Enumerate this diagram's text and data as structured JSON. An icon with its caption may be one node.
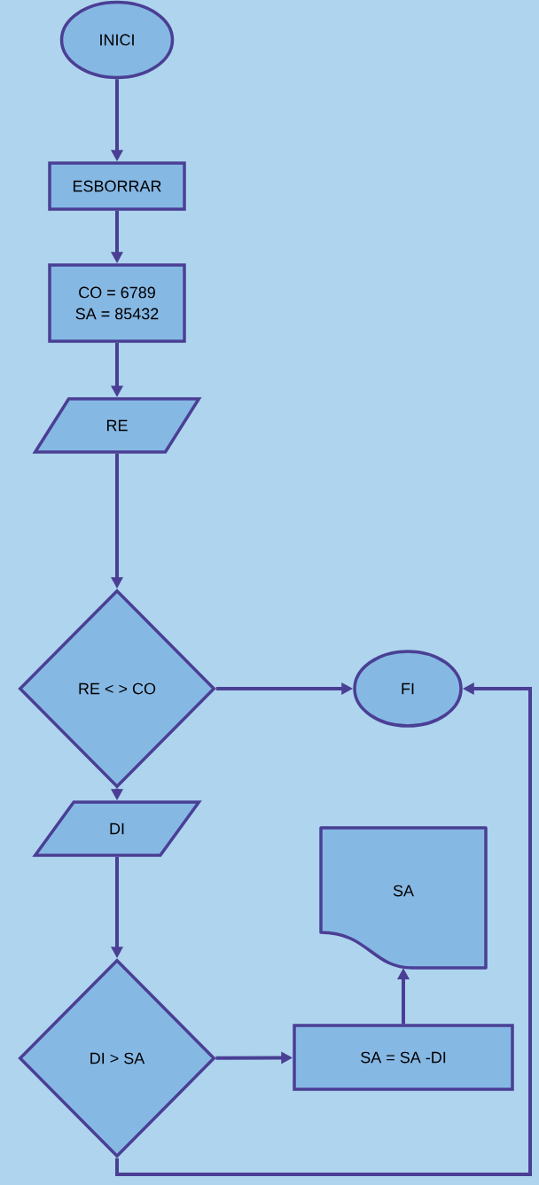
{
  "diagram": {
    "nodes": [
      {
        "text": [
          "INICI"
        ]
      },
      {
        "text": [
          "ESBORRAR"
        ]
      },
      {
        "text": [
          "CO = 6789",
          "SA = 85432"
        ]
      },
      {
        "text": [
          "RE"
        ]
      },
      {
        "text": [
          "RE < > CO"
        ]
      },
      {
        "text": [
          "FI"
        ]
      },
      {
        "text": [
          "DI"
        ]
      },
      {
        "text": [
          "SA"
        ]
      },
      {
        "text": [
          "DI > SA"
        ]
      },
      {
        "text": [
          "SA = SA -DI"
        ]
      }
    ],
    "edges": [
      {
        "from": 0,
        "to": 1,
        "arrow": "to"
      },
      {
        "from": 1,
        "to": 2,
        "arrow": "to"
      },
      {
        "from": 2,
        "to": 3,
        "arrow": "to"
      },
      {
        "from": 3,
        "to": 4,
        "arrow": "to"
      },
      {
        "from": 4,
        "to": 5,
        "arrow": "to"
      },
      {
        "from": 4,
        "to": 6,
        "arrow": "to"
      },
      {
        "from": 6,
        "to": 8,
        "arrow": "to"
      },
      {
        "from": 8,
        "to": 9,
        "arrow": "to"
      },
      {
        "from": 9,
        "to": 7,
        "arrow": "to"
      },
      {
        "from": 8,
        "to": 5,
        "arrow": "to"
      }
    ]
  }
}
